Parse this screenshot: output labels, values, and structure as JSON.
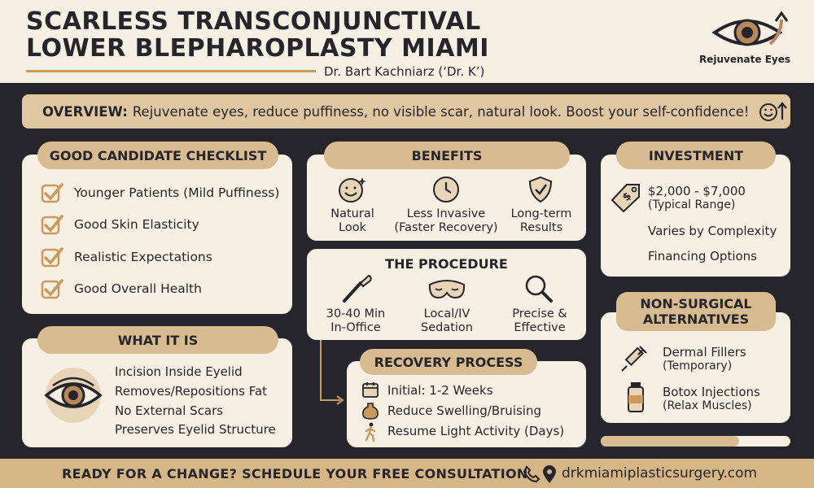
{
  "header": {
    "title_line1": "SCARLESS TRANSCONJUNCTIVAL",
    "title_line2": "LOWER BLEPHAROPLASTY MIAMI",
    "author": "Dr. Bart Kachniarz (‘Dr. K’)",
    "logo_label": "Rejuvenate Eyes"
  },
  "overview": {
    "label": "OVERVIEW:",
    "text": "Rejuvenate eyes, reduce puffiness, no visible scar, natural look. Boost your self-confidence!"
  },
  "candidate": {
    "title": "GOOD CANDIDATE CHECKLIST",
    "items": [
      "Younger Patients (Mild Puffiness)",
      "Good Skin Elasticity",
      "Realistic Expectations",
      "Good Overall Health"
    ]
  },
  "what_it_is": {
    "title": "WHAT IT IS",
    "items": [
      "Incision Inside Eyelid",
      "Removes/Repositions Fat",
      "No External Scars",
      "Preserves Eyelid Structure"
    ]
  },
  "benefits": {
    "title": "BENEFITS",
    "items": [
      {
        "line1": "Natural",
        "line2": "Look",
        "icon": "smile-icon"
      },
      {
        "line1": "Less Invasive",
        "line2": "(Faster Recovery)",
        "icon": "clock-icon"
      },
      {
        "line1": "Long-term",
        "line2": "Results",
        "icon": "shield-icon"
      }
    ]
  },
  "procedure": {
    "title": "THE PROCEDURE",
    "items": [
      {
        "line1": "30-40 Min",
        "line2": "In-Office",
        "icon": "scalpel-icon"
      },
      {
        "line1": "Local/IV",
        "line2": "Sedation",
        "icon": "sleep-mask-icon"
      },
      {
        "line1": "Precise &",
        "line2": "Effective",
        "icon": "magnifier-icon"
      }
    ]
  },
  "recovery": {
    "title": "RECOVERY PROCESS",
    "items": [
      "Initial: 1-2 Weeks",
      "Reduce Swelling/Bruising",
      "Resume Light Activity (Days)"
    ]
  },
  "investment": {
    "title": "INVESTMENT",
    "price": "$2,000 - $7,000",
    "price_note": "(Typical Range)",
    "line2": "Varies by Complexity",
    "line3": "Financing Options"
  },
  "alternatives": {
    "title_line1": "NON-SURGICAL",
    "title_line2": "ALTERNATIVES",
    "items": [
      {
        "line1": "Dermal Fillers",
        "line2": "(Temporary)",
        "icon": "syringe-icon"
      },
      {
        "line1": "Botox Injections",
        "line2": "(Relax Muscles)",
        "icon": "vial-icon"
      }
    ]
  },
  "footer": {
    "cta": "READY FOR A CHANGE? SCHEDULE YOUR FREE CONSULTATION",
    "url": "drkmiamiplasticsurgery.com"
  },
  "colors": {
    "dark": "#25252b",
    "cream": "#f6efe3",
    "tan": "#d9bb92",
    "accent": "#c99a5c"
  }
}
